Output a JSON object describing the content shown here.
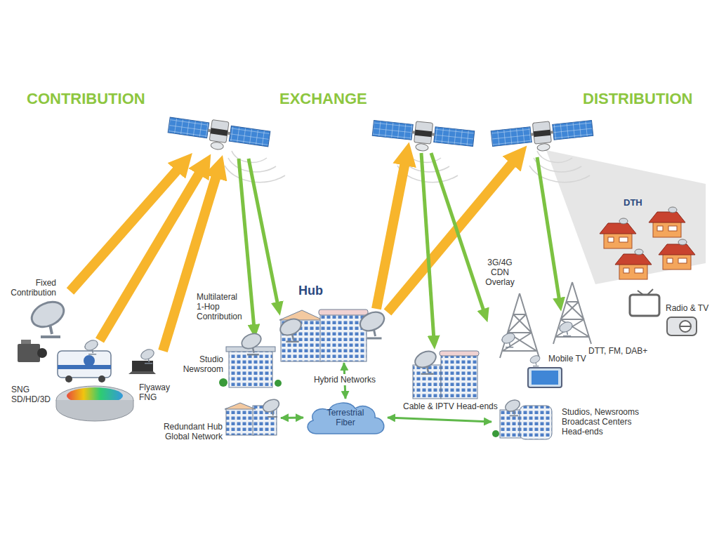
{
  "diagram": {
    "nodes": [
      {
        "text": [
          "Hub"
        ]
      },
      {
        "text": [
          "Redundant Hub Global Network"
        ]
      },
      {
        "text": [
          "Terrestrial Fiber"
        ]
      },
      {
        "text": [
          "Studios, Newsrooms Broadcast Centers Head-ends"
        ]
      }
    ],
    "edges": [
      {
        "from": 0,
        "to": 2,
        "label": "Hybrid Networks",
        "arrow": "both"
      },
      {
        "from": 1,
        "to": 2,
        "arrow": "both"
      },
      {
        "from": 2,
        "to": 3,
        "arrow": "both"
      }
    ],
    "labels": [
      "CONTRIBUTION",
      "EXCHANGE",
      "DISTRIBUTION",
      "Fixed Contribution",
      "SNG SD/HD/3D",
      "Flyaway FNG",
      "Multilateral 1-Hop Contribution",
      "Studio Newsroom",
      "Cable & IPTV Head-ends",
      "3G/4G CDN Overlay",
      "DTH",
      "Radio & TV",
      "Mobile TV",
      "DTT, FM, DAB+"
    ]
  }
}
